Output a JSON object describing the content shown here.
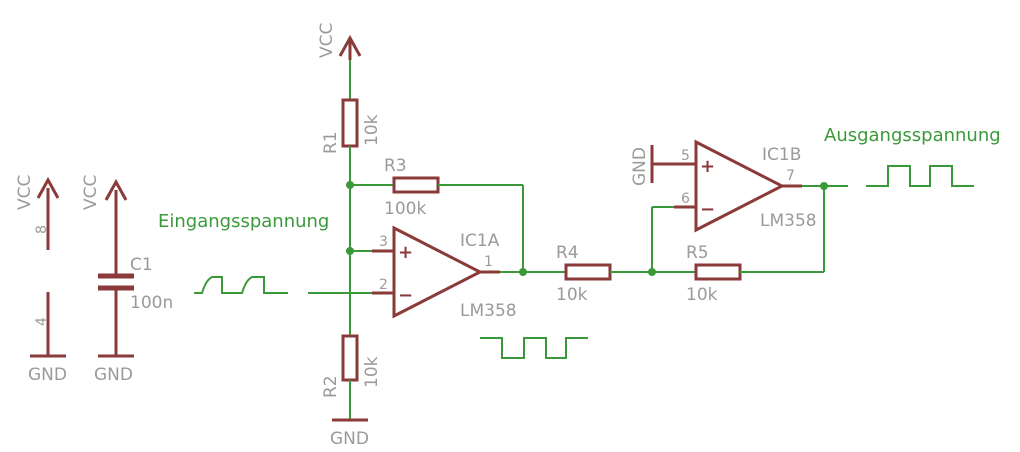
{
  "colors": {
    "wire": "#3a9a3a",
    "component": "#8b3a3a",
    "label": "#9a9a9a",
    "annotation": "#3a9a3a"
  },
  "power": {
    "vcc": "VCC",
    "gnd": "GND",
    "pin8": "8",
    "pin4": "4"
  },
  "c1": {
    "name": "C1",
    "value": "100n"
  },
  "r1": {
    "name": "R1",
    "value": "10k"
  },
  "r2": {
    "name": "R2",
    "value": "10k"
  },
  "r3": {
    "name": "R3",
    "value": "100k"
  },
  "r4": {
    "name": "R4",
    "value": "10k"
  },
  "r5": {
    "name": "R5",
    "value": "10k"
  },
  "ic1a": {
    "name": "IC1A",
    "part": "LM358",
    "pin1": "1",
    "pin2": "2",
    "pin3": "3"
  },
  "ic1b": {
    "name": "IC1B",
    "part": "LM358",
    "pin5": "5",
    "pin6": "6",
    "pin7": "7"
  },
  "signals": {
    "input": "Eingangsspannung",
    "output": "Ausgangsspannung"
  }
}
